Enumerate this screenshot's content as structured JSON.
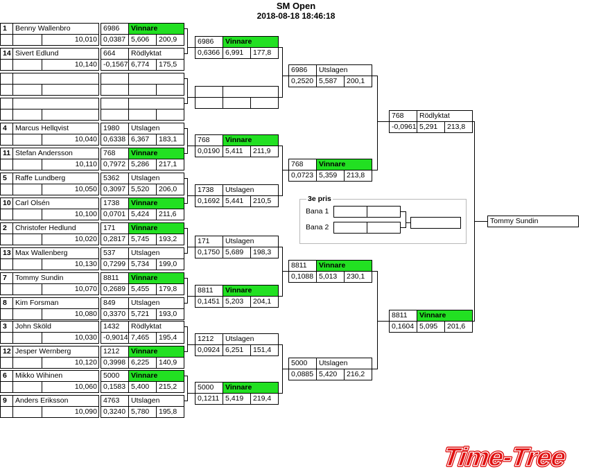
{
  "header": {
    "title": "SM Open",
    "datetime": "2018-08-18 18:46:18"
  },
  "round1": [
    {
      "seed": "1",
      "name": "Benny Wallenbro",
      "dial": "10,010",
      "id": "6986",
      "result": "Vinnare",
      "rt": "0,0387",
      "et": "5,606",
      "speed": "200,9",
      "win": true
    },
    {
      "seed": "14",
      "name": "Sivert Edlund",
      "dial": "10,140",
      "id": "664",
      "result": "Rödlyktat",
      "rt": "-0,1567",
      "et": "6,774",
      "speed": "175,5",
      "win": false
    },
    {
      "seed": "",
      "name": "",
      "dial": "",
      "id": "",
      "result": "",
      "rt": "",
      "et": "",
      "speed": "",
      "win": false
    },
    {
      "seed": "",
      "name": "",
      "dial": "",
      "id": "",
      "result": "",
      "rt": "",
      "et": "",
      "speed": "",
      "win": false
    },
    {
      "seed": "4",
      "name": "Marcus Hellqvist",
      "dial": "10,040",
      "id": "1980",
      "result": "Utslagen",
      "rt": "0,6338",
      "et": "6,367",
      "speed": "183,1",
      "win": false
    },
    {
      "seed": "11",
      "name": "Stefan Andersson",
      "dial": "10,110",
      "id": "768",
      "result": "Vinnare",
      "rt": "0,7972",
      "et": "5,286",
      "speed": "217,1",
      "win": true
    },
    {
      "seed": "5",
      "name": "Raffe Lundberg",
      "dial": "10,050",
      "id": "5362",
      "result": "Utslagen",
      "rt": "0,3097",
      "et": "5,520",
      "speed": "206,0",
      "win": false
    },
    {
      "seed": "10",
      "name": "Carl Olsén",
      "dial": "10,100",
      "id": "1738",
      "result": "Vinnare",
      "rt": "0,0701",
      "et": "5,424",
      "speed": "211,6",
      "win": true
    },
    {
      "seed": "2",
      "name": "Christofer Hedlund",
      "dial": "10,020",
      "id": "171",
      "result": "Vinnare",
      "rt": "0,2817",
      "et": "5,745",
      "speed": "193,2",
      "win": true
    },
    {
      "seed": "13",
      "name": "Max Wallenberg",
      "dial": "10,130",
      "id": "537",
      "result": "Utslagen",
      "rt": "0,7299",
      "et": "5,734",
      "speed": "199,0",
      "win": false
    },
    {
      "seed": "7",
      "name": "Tommy Sundin",
      "dial": "10,070",
      "id": "8811",
      "result": "Vinnare",
      "rt": "0,2689",
      "et": "5,455",
      "speed": "179,8",
      "win": true
    },
    {
      "seed": "8",
      "name": "Kim Forsman",
      "dial": "10,080",
      "id": "849",
      "result": "Utslagen",
      "rt": "0,3370",
      "et": "5,721",
      "speed": "193,0",
      "win": false
    },
    {
      "seed": "3",
      "name": "John Sköld",
      "dial": "10,030",
      "id": "1432",
      "result": "Rödlyktat",
      "rt": "-0,9014",
      "et": "7,465",
      "speed": "195,4",
      "win": false
    },
    {
      "seed": "12",
      "name": "Jesper Wernberg",
      "dial": "10,120",
      "id": "1212",
      "result": "Vinnare",
      "rt": "0,3998",
      "et": "6,225",
      "speed": "140,9",
      "win": true
    },
    {
      "seed": "6",
      "name": "Mikko Wihinen",
      "dial": "10,060",
      "id": "5000",
      "result": "Vinnare",
      "rt": "0,1583",
      "et": "5,400",
      "speed": "215,2",
      "win": true
    },
    {
      "seed": "9",
      "name": "Anders Eriksson",
      "dial": "10,090",
      "id": "4763",
      "result": "Utslagen",
      "rt": "0,3240",
      "et": "5,780",
      "speed": "195,8",
      "win": false
    }
  ],
  "round2": [
    {
      "id": "6986",
      "result": "Vinnare",
      "rt": "0,6366",
      "et": "6,991",
      "speed": "177,8",
      "win": true
    },
    {
      "id": "",
      "result": "",
      "rt": "",
      "et": "",
      "speed": "",
      "win": false
    },
    {
      "id": "768",
      "result": "Vinnare",
      "rt": "0,0190",
      "et": "5,411",
      "speed": "211,9",
      "win": true
    },
    {
      "id": "1738",
      "result": "Utslagen",
      "rt": "0,1692",
      "et": "5,441",
      "speed": "210,5",
      "win": false
    },
    {
      "id": "171",
      "result": "Utslagen",
      "rt": "0,1750",
      "et": "5,689",
      "speed": "198,3",
      "win": false
    },
    {
      "id": "8811",
      "result": "Vinnare",
      "rt": "0,1451",
      "et": "5,203",
      "speed": "204,1",
      "win": true
    },
    {
      "id": "1212",
      "result": "Utslagen",
      "rt": "0,0924",
      "et": "6,251",
      "speed": "151,4",
      "win": false
    },
    {
      "id": "5000",
      "result": "Vinnare",
      "rt": "0,1211",
      "et": "5,419",
      "speed": "219,4",
      "win": true
    }
  ],
  "round3": [
    {
      "id": "6986",
      "result": "Utslagen",
      "rt": "0,2520",
      "et": "5,587",
      "speed": "200,1",
      "win": false
    },
    {
      "id": "768",
      "result": "Vinnare",
      "rt": "0,0723",
      "et": "5,359",
      "speed": "213,8",
      "win": true
    },
    {
      "id": "8811",
      "result": "Vinnare",
      "rt": "0,1088",
      "et": "5,013",
      "speed": "230,1",
      "win": true
    },
    {
      "id": "5000",
      "result": "Utslagen",
      "rt": "0,0885",
      "et": "5,420",
      "speed": "216,2",
      "win": false
    }
  ],
  "round4": [
    {
      "id": "768",
      "result": "Rödlyktat",
      "rt": "-0,0961",
      "et": "5,291",
      "speed": "213,8",
      "win": false
    },
    {
      "id": "8811",
      "result": "Vinnare",
      "rt": "0,1604",
      "et": "5,095",
      "speed": "201,6",
      "win": true
    }
  ],
  "champion": {
    "name": "Tommy Sundin"
  },
  "third_place": {
    "title": "3e pris",
    "lane1_label": "Bana 1",
    "lane2_label": "Bana 2"
  },
  "logo": {
    "text": "Time-Tree",
    "color": "#e01010"
  }
}
